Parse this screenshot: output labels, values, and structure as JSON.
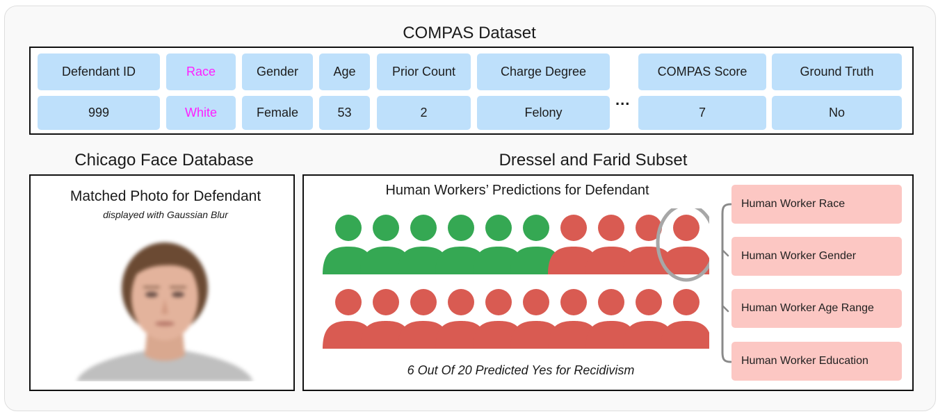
{
  "compas": {
    "title": "COMPAS Dataset",
    "headers": [
      "Defendant ID",
      "Race",
      "Gender",
      "Age",
      "Prior Count",
      "Charge Degree",
      "COMPAS Score",
      "Ground Truth"
    ],
    "values": [
      "999",
      "White",
      "Female",
      "53",
      "2",
      "Felony",
      "7",
      "No"
    ],
    "ellipsis": "...",
    "highlight_column": "Race",
    "highlight_color": "#ff1fff",
    "cell_color": "#bee0fb"
  },
  "chicago": {
    "title": "Chicago Face Database",
    "photo_title": "Matched Photo for Defendant",
    "photo_subtitle": "displayed with Gaussian Blur"
  },
  "dressel": {
    "title": "Dressel and Farid Subset",
    "predictions_title": "Human Workers’ Predictions for Defendant",
    "total_workers": 20,
    "predicted_yes": 6,
    "yes_color": "#35a853",
    "no_color": "#d95b52",
    "highlighted_worker_index": 9,
    "caption": "6 Out Of 20 Predicted Yes for Recidivism",
    "worker_attributes": [
      "Human Worker Race",
      "Human Worker Gender",
      "Human Worker Age Range",
      "Human Worker Education"
    ],
    "attribute_color": "#fcc7c3"
  }
}
